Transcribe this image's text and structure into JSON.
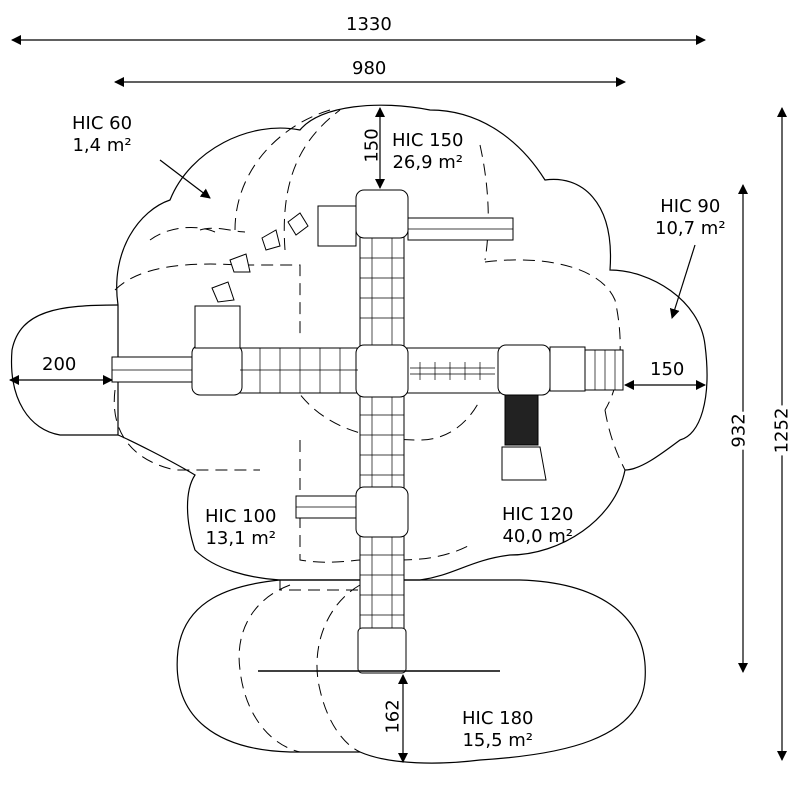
{
  "dimensions": {
    "overall_width": "1330",
    "inner_width": "980",
    "overall_depth": "1252",
    "inner_depth": "932",
    "left_offset": "200",
    "right_offset": "150",
    "top_offset": "150",
    "bottom_offset": "162"
  },
  "zones": [
    {
      "id": "hic60",
      "height": "HIC 60",
      "area": "1,4 m²"
    },
    {
      "id": "hic150",
      "height": "HIC 150",
      "area": "26,9 m²"
    },
    {
      "id": "hic90",
      "height": "HIC 90",
      "area": "10,7 m²"
    },
    {
      "id": "hic100",
      "height": "HIC 100",
      "area": "13,1 m²"
    },
    {
      "id": "hic120",
      "height": "HIC 120",
      "area": "40,0 m²"
    },
    {
      "id": "hic180",
      "height": "HIC 180",
      "area": "15,5 m²"
    }
  ],
  "colors": {
    "line": "#000000",
    "fill": "#ffffff",
    "detail": "#555555"
  }
}
